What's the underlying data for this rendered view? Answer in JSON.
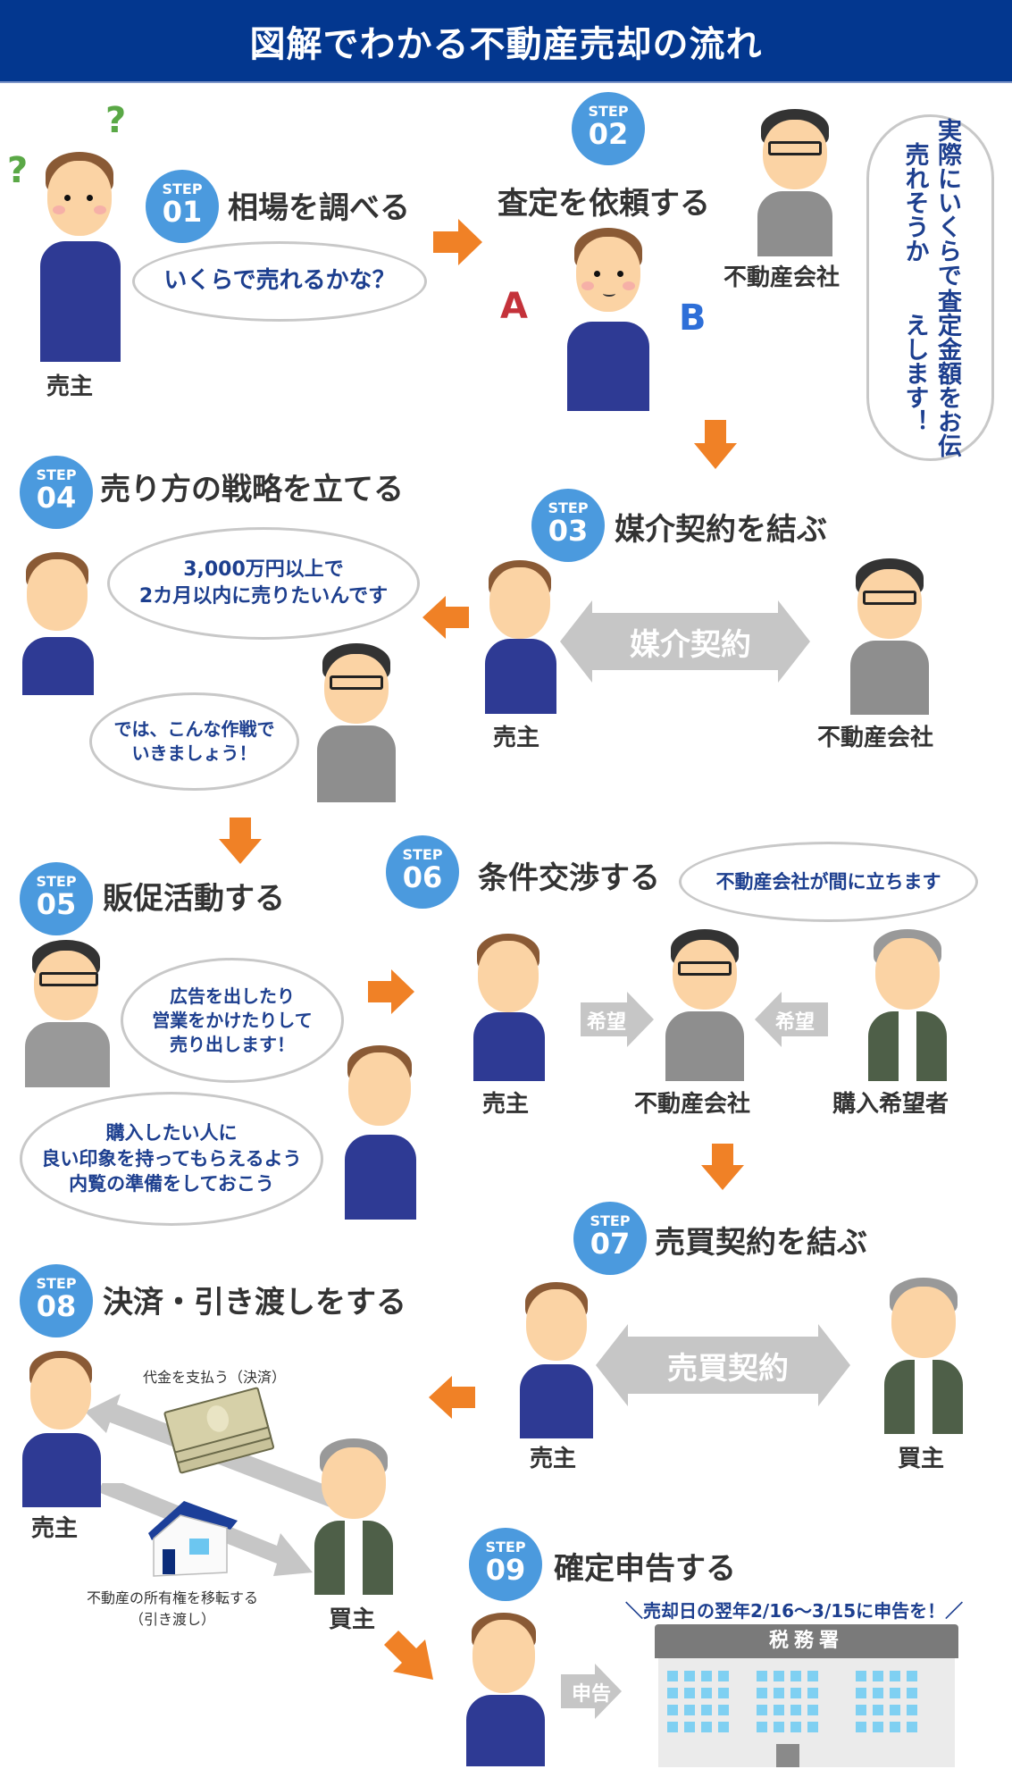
{
  "header": {
    "title": "図解でわかる不動産売却の流れ"
  },
  "colors": {
    "header_bg": "#03378f",
    "badge": "#4b9ade",
    "arrow": "#f08126",
    "bubble_text": "#1d3f8f",
    "gray_arrow": "#c6c6c6"
  },
  "steps": [
    {
      "badge_label": "STEP",
      "number": "01",
      "title": "相場を調べる",
      "bubble": "いくらで売れるかな？",
      "roles": [
        "売主"
      ]
    },
    {
      "badge_label": "STEP",
      "number": "02",
      "title": "査定を依頼する",
      "bubble_line1": "実際にいくらで売れそうか",
      "bubble_line2": "査定金額をお伝えします！",
      "roles": [
        "不動産会社"
      ],
      "labels": [
        "A",
        "B"
      ]
    },
    {
      "badge_label": "STEP",
      "number": "03",
      "title": "媒介契約を結ぶ",
      "arrow_text": "媒介契約",
      "roles": [
        "売主",
        "不動産会社"
      ]
    },
    {
      "badge_label": "STEP",
      "number": "04",
      "title": "売り方の戦略を立てる",
      "bubble1_line1": "3,000万円以上で",
      "bubble1_line2": "2カ月以内に売りたいんです",
      "bubble2_line1": "では、こんな作戦で",
      "bubble2_line2": "いきましょう！"
    },
    {
      "badge_label": "STEP",
      "number": "05",
      "title": "販促活動する",
      "bubble1_line1": "広告を出したり",
      "bubble1_line2": "営業をかけたりして",
      "bubble1_line3": "売り出します！",
      "bubble2_line1": "購入したい人に",
      "bubble2_line2": "良い印象を持ってもらえるよう",
      "bubble2_line3": "内覧の準備をしておこう"
    },
    {
      "badge_label": "STEP",
      "number": "06",
      "title": "条件交渉する",
      "bubble": "不動産会社が間に立ちます",
      "arrow_text_left": "希望",
      "arrow_text_right": "希望",
      "roles": [
        "売主",
        "不動産会社",
        "購入希望者"
      ]
    },
    {
      "badge_label": "STEP",
      "number": "07",
      "title": "売買契約を結ぶ",
      "arrow_text": "売買契約",
      "roles": [
        "売主",
        "買主"
      ]
    },
    {
      "badge_label": "STEP",
      "number": "08",
      "title": "決済・引き渡しをする",
      "caption_payment": "代金を支払う（決済）",
      "caption_transfer_line1": "不動産の所有権を移転する",
      "caption_transfer_line2": "（引き渡し）",
      "roles": [
        "売主",
        "買主"
      ]
    },
    {
      "badge_label": "STEP",
      "number": "09",
      "title": "確定申告する",
      "deadline": "＼売却日の翌年2/16〜3/15に申告を！／",
      "arrow_text": "申告",
      "building_label": "税務署"
    }
  ]
}
